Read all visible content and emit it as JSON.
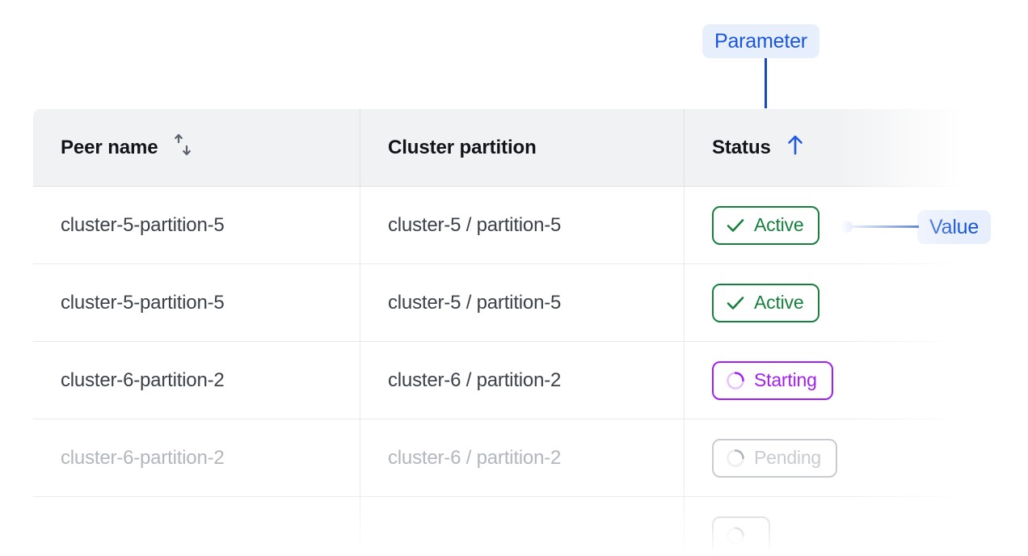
{
  "table": {
    "columns": [
      {
        "label": "Peer name",
        "sort_icon": "sort-updown-icon",
        "sort_state": "none"
      },
      {
        "label": "Cluster partition",
        "sort_icon": null,
        "sort_state": "none"
      },
      {
        "label": "Status",
        "sort_icon": "arrow-up-icon",
        "sort_state": "ascending"
      }
    ],
    "rows": [
      {
        "peer_name": "cluster-5-partition-5",
        "cluster_partition": "cluster-5 / partition-5",
        "status": "Active",
        "status_kind": "active",
        "status_icon": "check-icon",
        "faded": false
      },
      {
        "peer_name": "cluster-5-partition-5",
        "cluster_partition": "cluster-5 / partition-5",
        "status": "Active",
        "status_kind": "active",
        "status_icon": "check-icon",
        "faded": false
      },
      {
        "peer_name": "cluster-6-partition-2",
        "cluster_partition": "cluster-6 / partition-2",
        "status": "Starting",
        "status_kind": "starting",
        "status_icon": "spinner-icon",
        "faded": false
      },
      {
        "peer_name": "cluster-6-partition-2",
        "cluster_partition": "cluster-6 / partition-2",
        "status": "Pending",
        "status_kind": "pending",
        "status_icon": "spinner-icon",
        "faded": true
      },
      {
        "peer_name": "",
        "cluster_partition": "",
        "status": "",
        "status_kind": "pending",
        "status_icon": "spinner-icon",
        "faded": true
      }
    ]
  },
  "annotations": {
    "parameter": {
      "label": "Parameter",
      "target": "status-column-header"
    },
    "value": {
      "label": "Value",
      "target": "status-badge-row-1"
    }
  },
  "colors": {
    "annotation_text": "#1a56db",
    "annotation_bg": "#e8effc",
    "annotation_line": "#1449c4",
    "status_active": "#17803d",
    "status_starting": "#a21ff1",
    "status_pending": "#9ca3af",
    "header_bg": "#f1f2f4",
    "border": "#dfe1e5"
  }
}
